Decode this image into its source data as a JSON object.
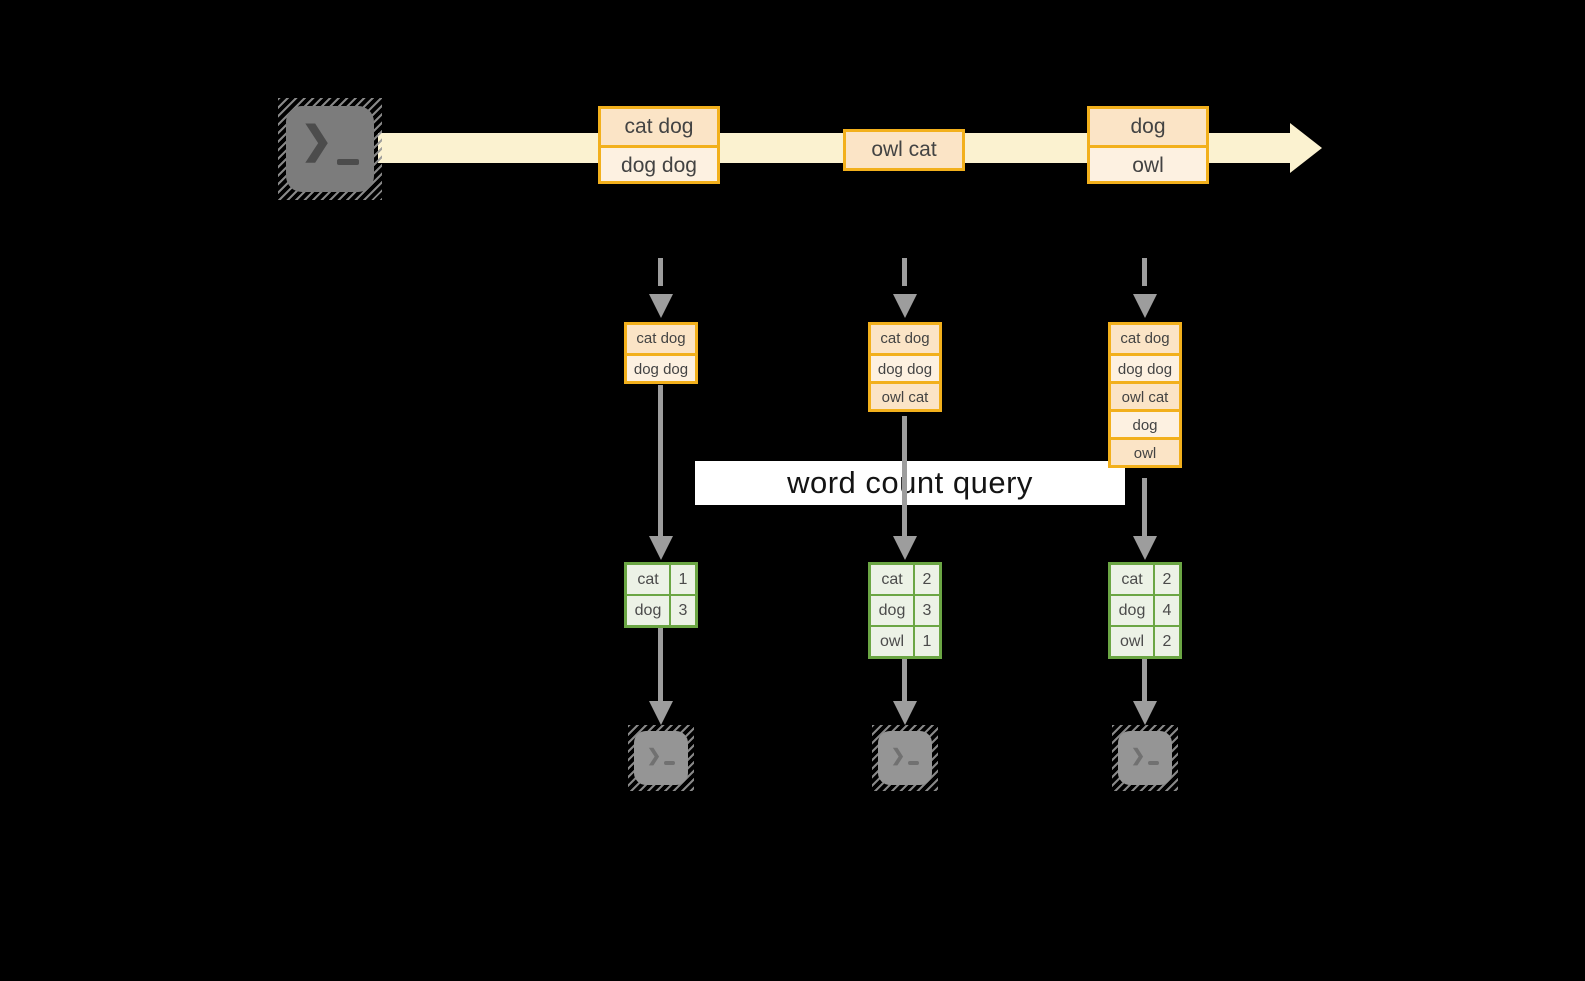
{
  "diagram": {
    "description": "streaming word count",
    "query": {
      "label": "word count query"
    },
    "icons": {
      "source": "terminal-icon",
      "sinks": "terminal-icon",
      "glyph": "❯"
    }
  },
  "colors": {
    "background": "#000000",
    "stream_band": "#fbf2d0",
    "record_border": "#f2b01c",
    "record_fill_peach": "#fbe4c6",
    "record_fill_cream": "#fdf1e1",
    "table_border": "#6ba644",
    "table_fill": "#ecf2e6",
    "arrow_gray": "#9d9d9d",
    "terminal_dark": "#7c7c7c",
    "terminal_light": "#959595",
    "label_bg": "#ffffff"
  },
  "stream": {
    "batches": [
      {
        "lines": [
          "cat dog",
          "dog dog"
        ]
      },
      {
        "lines": [
          "owl cat"
        ]
      },
      {
        "lines": [
          "dog",
          "owl"
        ]
      }
    ]
  },
  "columns": [
    {
      "state": {
        "lines": [
          "cat dog",
          "dog dog"
        ]
      },
      "counts": {
        "rows": [
          {
            "word": "cat",
            "count": "1"
          },
          {
            "word": "dog",
            "count": "3"
          }
        ]
      }
    },
    {
      "state": {
        "lines": [
          "cat dog",
          "dog dog",
          "owl cat"
        ]
      },
      "counts": {
        "rows": [
          {
            "word": "cat",
            "count": "2"
          },
          {
            "word": "dog",
            "count": "3"
          },
          {
            "word": "owl",
            "count": "1"
          }
        ]
      }
    },
    {
      "state": {
        "lines": [
          "cat dog",
          "dog dog",
          "owl cat",
          "dog",
          "owl"
        ]
      },
      "counts": {
        "rows": [
          {
            "word": "cat",
            "count": "2"
          },
          {
            "word": "dog",
            "count": "4"
          },
          {
            "word": "owl",
            "count": "2"
          }
        ]
      }
    }
  ]
}
